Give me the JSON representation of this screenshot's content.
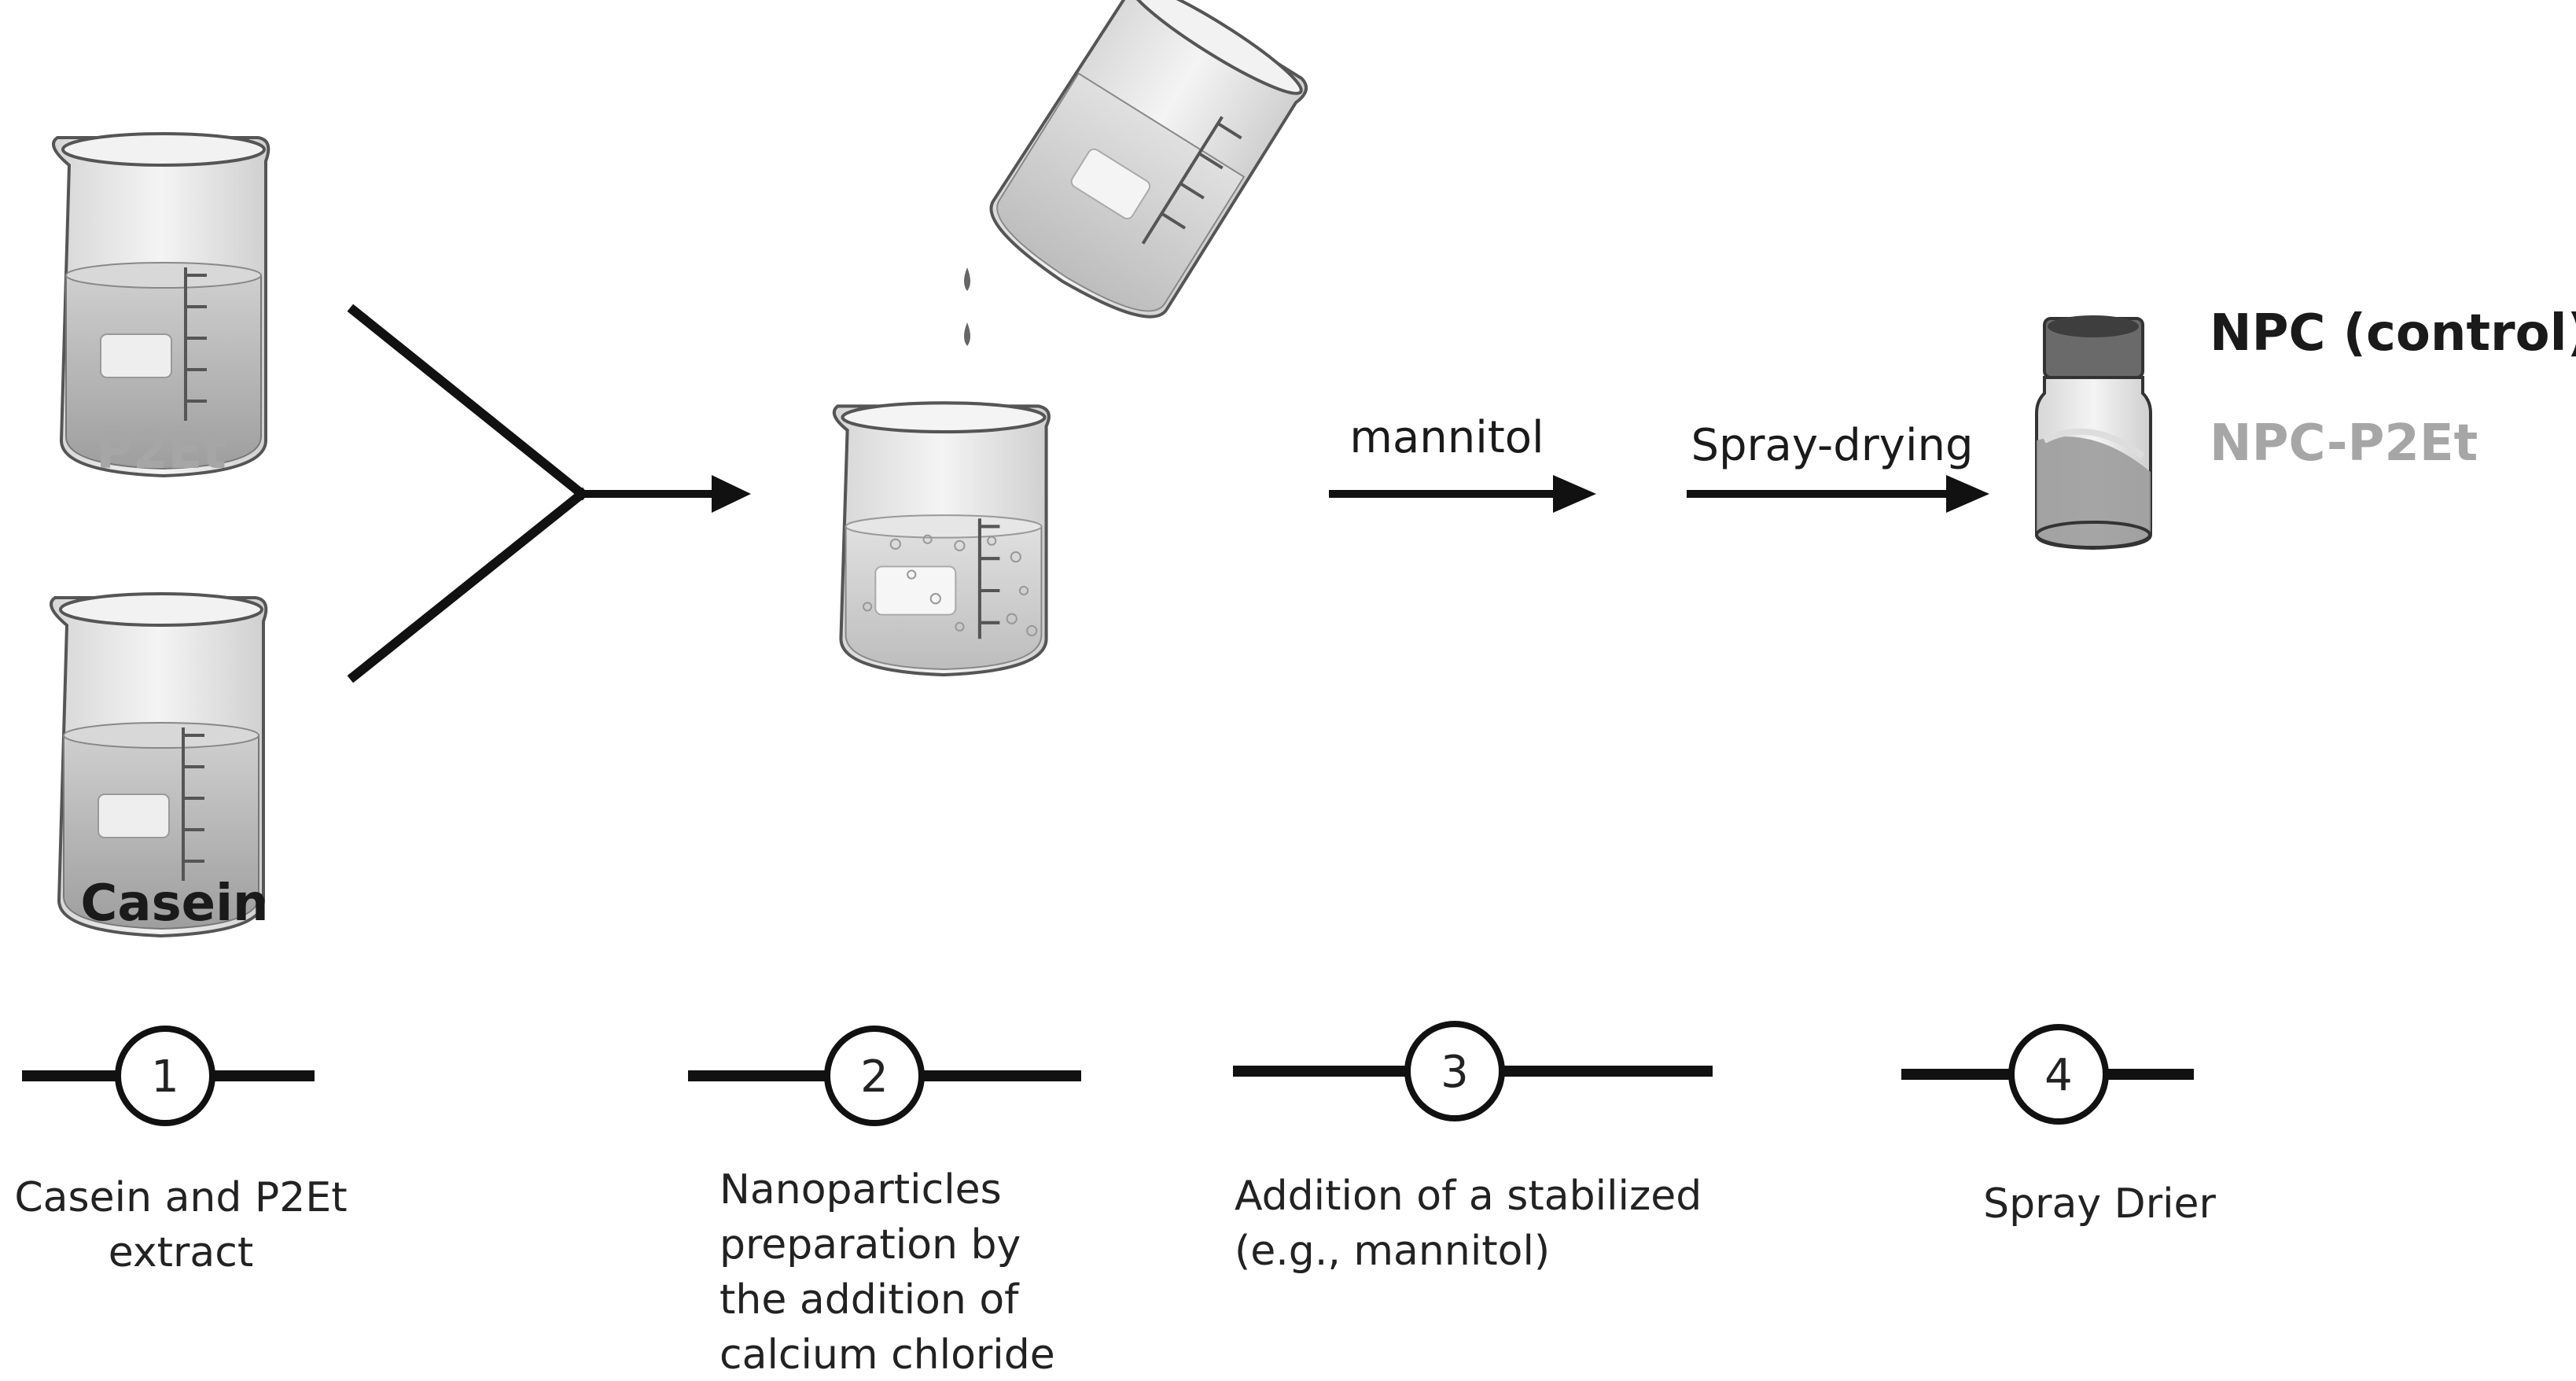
{
  "ingredients": {
    "p2et": {
      "label": "P2Et",
      "color": "#a6a6a6"
    },
    "casein": {
      "label": "Casein",
      "color": "#1a1a1a"
    }
  },
  "arrows": {
    "mannitol": "mannitol",
    "spray_drying": "Spray-drying"
  },
  "products": {
    "control": {
      "label": "NPC (control)",
      "color": "#1a1a1a"
    },
    "treated": {
      "label": "NPC-P2Et",
      "color": "#a6a6a6"
    }
  },
  "steps": [
    {
      "number": "1",
      "description": [
        "Casein and P2Et",
        "extract"
      ]
    },
    {
      "number": "2",
      "description": [
        "Nanoparticles",
        "preparation by",
        "the addition of",
        "calcium chloride"
      ]
    },
    {
      "number": "3",
      "description": [
        "Addition of a stabilized",
        "(e.g., mannitol)"
      ]
    },
    {
      "number": "4",
      "description": [
        "Spray Drier"
      ]
    }
  ],
  "icons": {
    "beaker": "beaker-icon",
    "vial": "vial-icon",
    "drop": "drop-icon"
  }
}
